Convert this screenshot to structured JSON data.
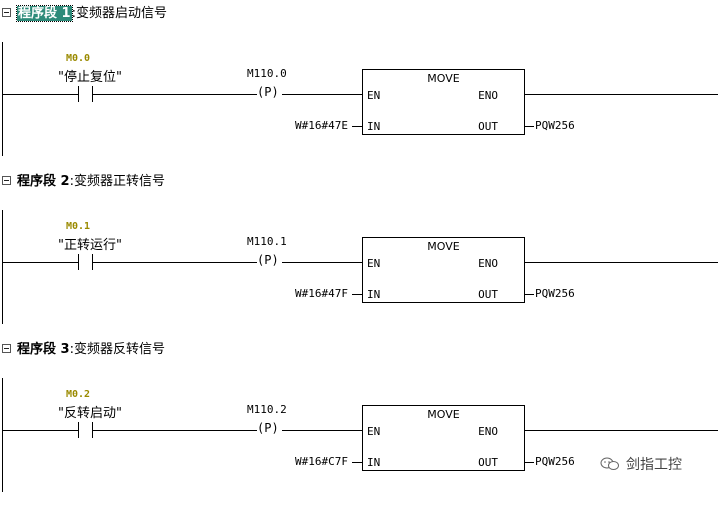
{
  "networks": [
    {
      "header_label": "程序段",
      "header_number": "1",
      "header_sep": ":",
      "header_comment": "变频器启动信号",
      "selected": true,
      "contact_address": "M0.0",
      "contact_symbol": "\"停止复位\"",
      "coil_address": "M110.0",
      "coil_symbol": "(P)",
      "box_title": "MOVE",
      "pin_en": "EN",
      "pin_eno": "ENO",
      "pin_in": "IN",
      "pin_out": "OUT",
      "in_value": "W#16#47E",
      "out_value": "PQW256"
    },
    {
      "header_label": "程序段",
      "header_number": "2",
      "header_sep": ":",
      "header_comment": "变频器正转信号",
      "selected": false,
      "contact_address": "M0.1",
      "contact_symbol": "\"正转运行\"",
      "coil_address": "M110.1",
      "coil_symbol": "(P)",
      "box_title": "MOVE",
      "pin_en": "EN",
      "pin_eno": "ENO",
      "pin_in": "IN",
      "pin_out": "OUT",
      "in_value": "W#16#47F",
      "out_value": "PQW256"
    },
    {
      "header_label": "程序段",
      "header_number": "3",
      "header_sep": ":",
      "header_comment": "变频器反转信号",
      "selected": false,
      "contact_address": "M0.2",
      "contact_symbol": "\"反转启动\"",
      "coil_address": "M110.2",
      "coil_symbol": "(P)",
      "box_title": "MOVE",
      "pin_en": "EN",
      "pin_eno": "ENO",
      "pin_in": "IN",
      "pin_out": "OUT",
      "in_value": "W#16#C7F",
      "out_value": "PQW256"
    }
  ],
  "watermark": {
    "text": "剑指工控",
    "icon": "wechat-icon"
  },
  "colors": {
    "address": "#9a8a00",
    "selection": "#2e8b7a"
  }
}
